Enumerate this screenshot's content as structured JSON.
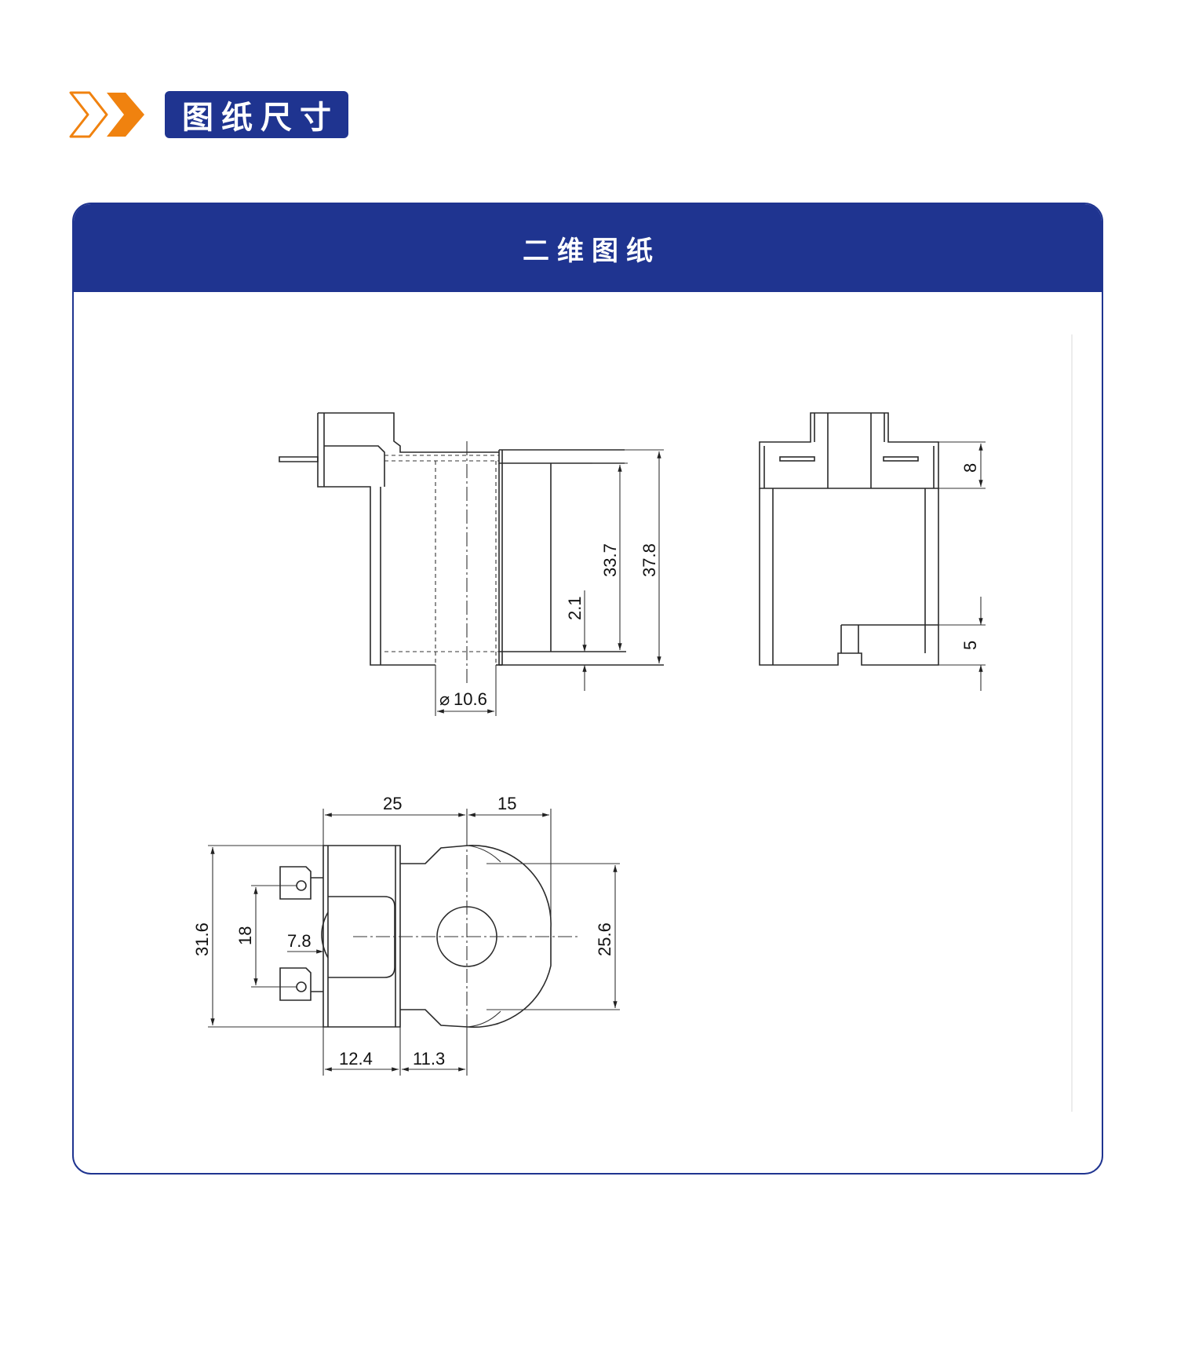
{
  "header": {
    "title": "图纸尺寸"
  },
  "panel": {
    "title": "二维图纸"
  },
  "dimensions": {
    "front_inner_height": "33.7",
    "front_total_height": "37.8",
    "front_base_offset": "2.1",
    "front_bore_diameter": "10.6",
    "side_top_height": "8",
    "side_bottom_height": "5",
    "top_width_left": "25",
    "top_width_right": "15",
    "top_total_height": "31.6",
    "top_terminal_spacing": "18",
    "top_terminal_offset": "7.8",
    "top_body_height": "25.6",
    "top_bottom_left": "12.4",
    "top_bottom_right": "11.3"
  },
  "colors": {
    "brand_blue": "#1f3490",
    "accent_orange": "#f0820f"
  }
}
